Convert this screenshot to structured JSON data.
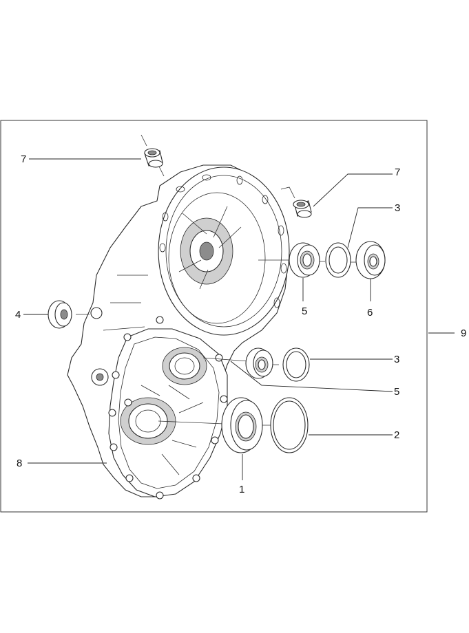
{
  "diagram": {
    "callouts": {
      "c1": "1",
      "c2": "2",
      "c3a": "3",
      "c3b": "3",
      "c4": "4",
      "c5a": "5",
      "c5b": "5",
      "c6": "6",
      "c7a": "7",
      "c7b": "7",
      "c8": "8",
      "c9": "9"
    }
  }
}
